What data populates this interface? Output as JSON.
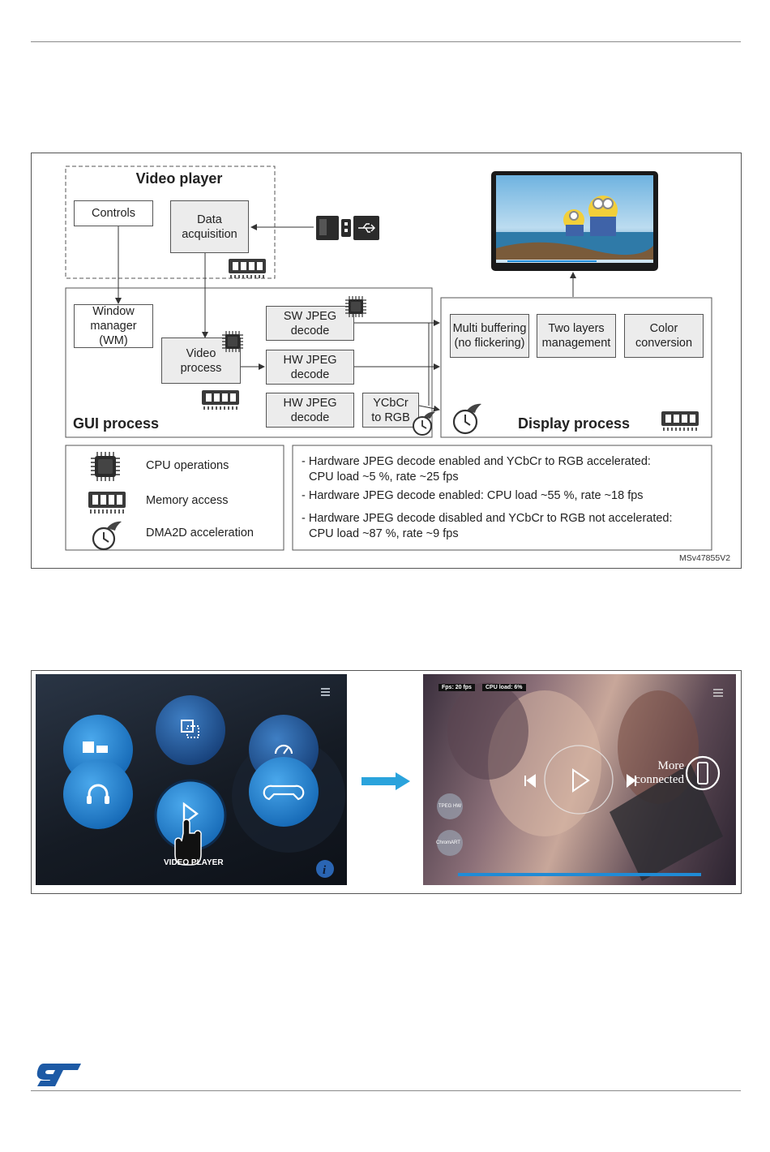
{
  "diagram": {
    "video_player_title": "Video player",
    "controls": "Controls",
    "data_acquisition": [
      "Data",
      "acquisition"
    ],
    "window_manager": [
      "Window",
      "manager",
      "(WM)"
    ],
    "video_process": [
      "Video",
      "process"
    ],
    "sw_jpeg": [
      "SW JPEG",
      "decode"
    ],
    "hw_jpeg_1": [
      "HW JPEG",
      "decode"
    ],
    "hw_jpeg_2": [
      "HW JPEG",
      "decode"
    ],
    "ycbcr": [
      "YCbCr",
      "to RGB"
    ],
    "multi_buffering": [
      "Multi buffering",
      "(no flickering)"
    ],
    "two_layers": [
      "Two layers",
      "management"
    ],
    "color_conversion": [
      "Color",
      "conversion"
    ],
    "gui_process": "GUI process",
    "display_process": "Display process",
    "legend": {
      "cpu": "CPU operations",
      "memory": "Memory access",
      "dma2d": "DMA2D acceleration"
    },
    "notes": [
      [
        "- Hardware JPEG decode enabled and YCbCr to RGB accelerated:",
        "CPU load ~5 %, rate ~25 fps"
      ],
      [
        "- Hardware JPEG decode enabled: CPU load ~55 %, rate ~18 fps"
      ],
      [
        "- Hardware JPEG decode disabled and YCbCr to RGB not accelerated:",
        "CPU load ~87 %, rate ~9 fps"
      ]
    ],
    "reference": "MSv47855V2"
  },
  "screens": {
    "menu_label": "VIDEO PLAYER",
    "fps": "Fps: 20 fps",
    "cpu_load": "CPU load: 6%",
    "more_connected": [
      "More",
      "connected"
    ],
    "hw_toggle": "TPEG HW",
    "chrom_toggle": "ChromART"
  },
  "colors": {
    "accent_blue": "#1f8bd6",
    "arrow_blue": "#2aa3dc",
    "st_blue": "#1d5aa5"
  }
}
